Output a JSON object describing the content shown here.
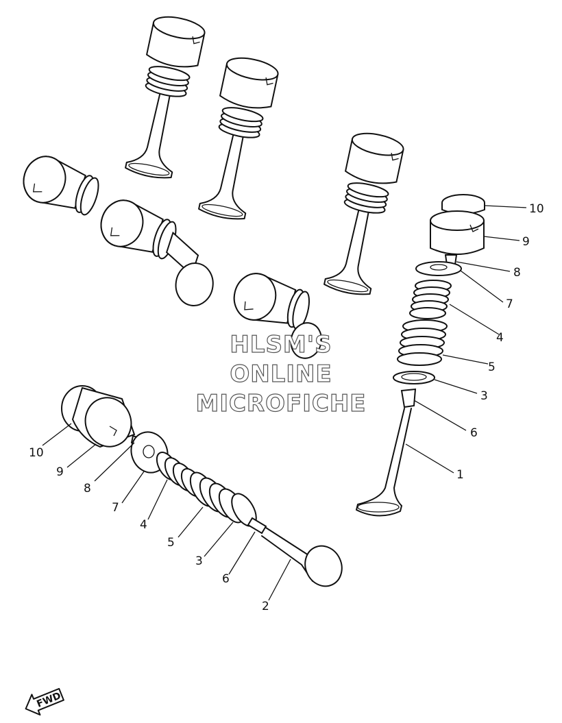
{
  "watermark": {
    "line1": "HLSM'S",
    "line2": "ONLINE",
    "line3": "MICROFICHE"
  },
  "fwd_label": "FWD",
  "callouts_right": [
    "10",
    "9",
    "8",
    "7",
    "4",
    "5",
    "3",
    "6",
    "1"
  ],
  "callouts_left": [
    "10",
    "9",
    "8",
    "7",
    "4",
    "5",
    "3",
    "6",
    "2"
  ],
  "parts": [
    {
      "number": "1",
      "name": "valve-exhaust"
    },
    {
      "number": "2",
      "name": "valve-intake"
    },
    {
      "number": "3",
      "name": "valve-spring-seat"
    },
    {
      "number": "4",
      "name": "valve-spring-inner"
    },
    {
      "number": "5",
      "name": "valve-spring-outer"
    },
    {
      "number": "6",
      "name": "valve-stem-seal"
    },
    {
      "number": "7",
      "name": "valve-spring-retainer"
    },
    {
      "number": "8",
      "name": "valve-cotter"
    },
    {
      "number": "9",
      "name": "valve-lifter"
    },
    {
      "number": "10",
      "name": "adjusting-pad"
    }
  ]
}
